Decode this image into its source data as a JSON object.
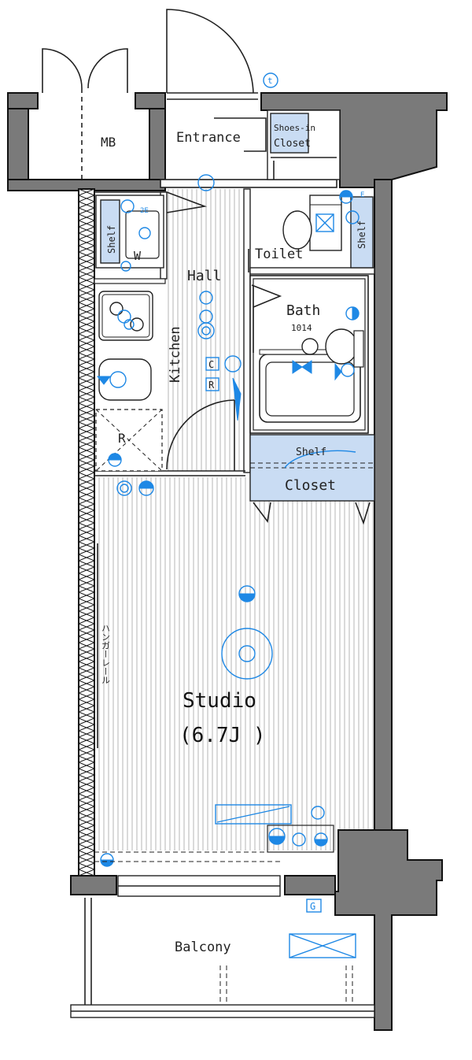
{
  "labels": {
    "mb": "MB",
    "entrance": "Entrance",
    "shoes_in": "Shoes-in",
    "closet_small": "Closet",
    "toilet": "Toilet",
    "shelf_toilet": "Shelf",
    "shelf_w": "Shelf",
    "w": "W",
    "hall": "Hall",
    "bath": "Bath",
    "bath_size": "1014",
    "kitchen": "Kitchen",
    "c": "C",
    "r_box": "R",
    "r_fridge": "R",
    "shelf_closet": "Shelf",
    "closet": "Closet",
    "hanger_rail": "ハンガーレール",
    "studio": "Studio",
    "studio_size": "(6.7J )",
    "balcony": "Balcony",
    "g": "G",
    "t": "t",
    "e": "E",
    "e2": "2E"
  }
}
